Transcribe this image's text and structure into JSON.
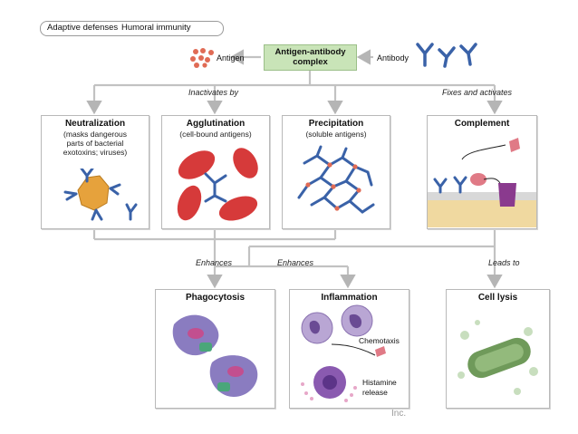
{
  "breadcrumb": {
    "from": "Adaptive defenses",
    "to": "Humoral immunity"
  },
  "top": {
    "center_line1": "Antigen-antibody",
    "center_line2": "complex",
    "antigen": "Antigen",
    "antibody": "Antibody"
  },
  "edge_labels": {
    "inactivates": "Inactivates by",
    "fixes": "Fixes and activates",
    "enhances1": "Enhances",
    "enhances2": "Enhances",
    "leads": "Leads to"
  },
  "boxes": {
    "neutralization": {
      "title": "Neutralization",
      "sub1": "(masks dangerous",
      "sub2": "parts of bacterial",
      "sub3": "exotoxins; viruses)"
    },
    "agglutination": {
      "title": "Agglutination",
      "sub1": "(cell-bound antigens)"
    },
    "precipitation": {
      "title": "Precipitation",
      "sub1": "(soluble antigens)"
    },
    "complement": {
      "title": "Complement"
    },
    "phagocytosis": {
      "title": "Phagocytosis"
    },
    "inflammation": {
      "title": "Inflammation",
      "chemotaxis": "Chemotaxis",
      "histamine1": "Histamine",
      "histamine2": "release"
    },
    "lysis": {
      "title": "Cell lysis"
    }
  },
  "footer": {
    "credit": "Inc."
  },
  "colors": {
    "arrow": "#bdbdbd",
    "center_box": "#c9e4b8",
    "antibody": "#3a62a8",
    "antigen": "#e06b55"
  }
}
